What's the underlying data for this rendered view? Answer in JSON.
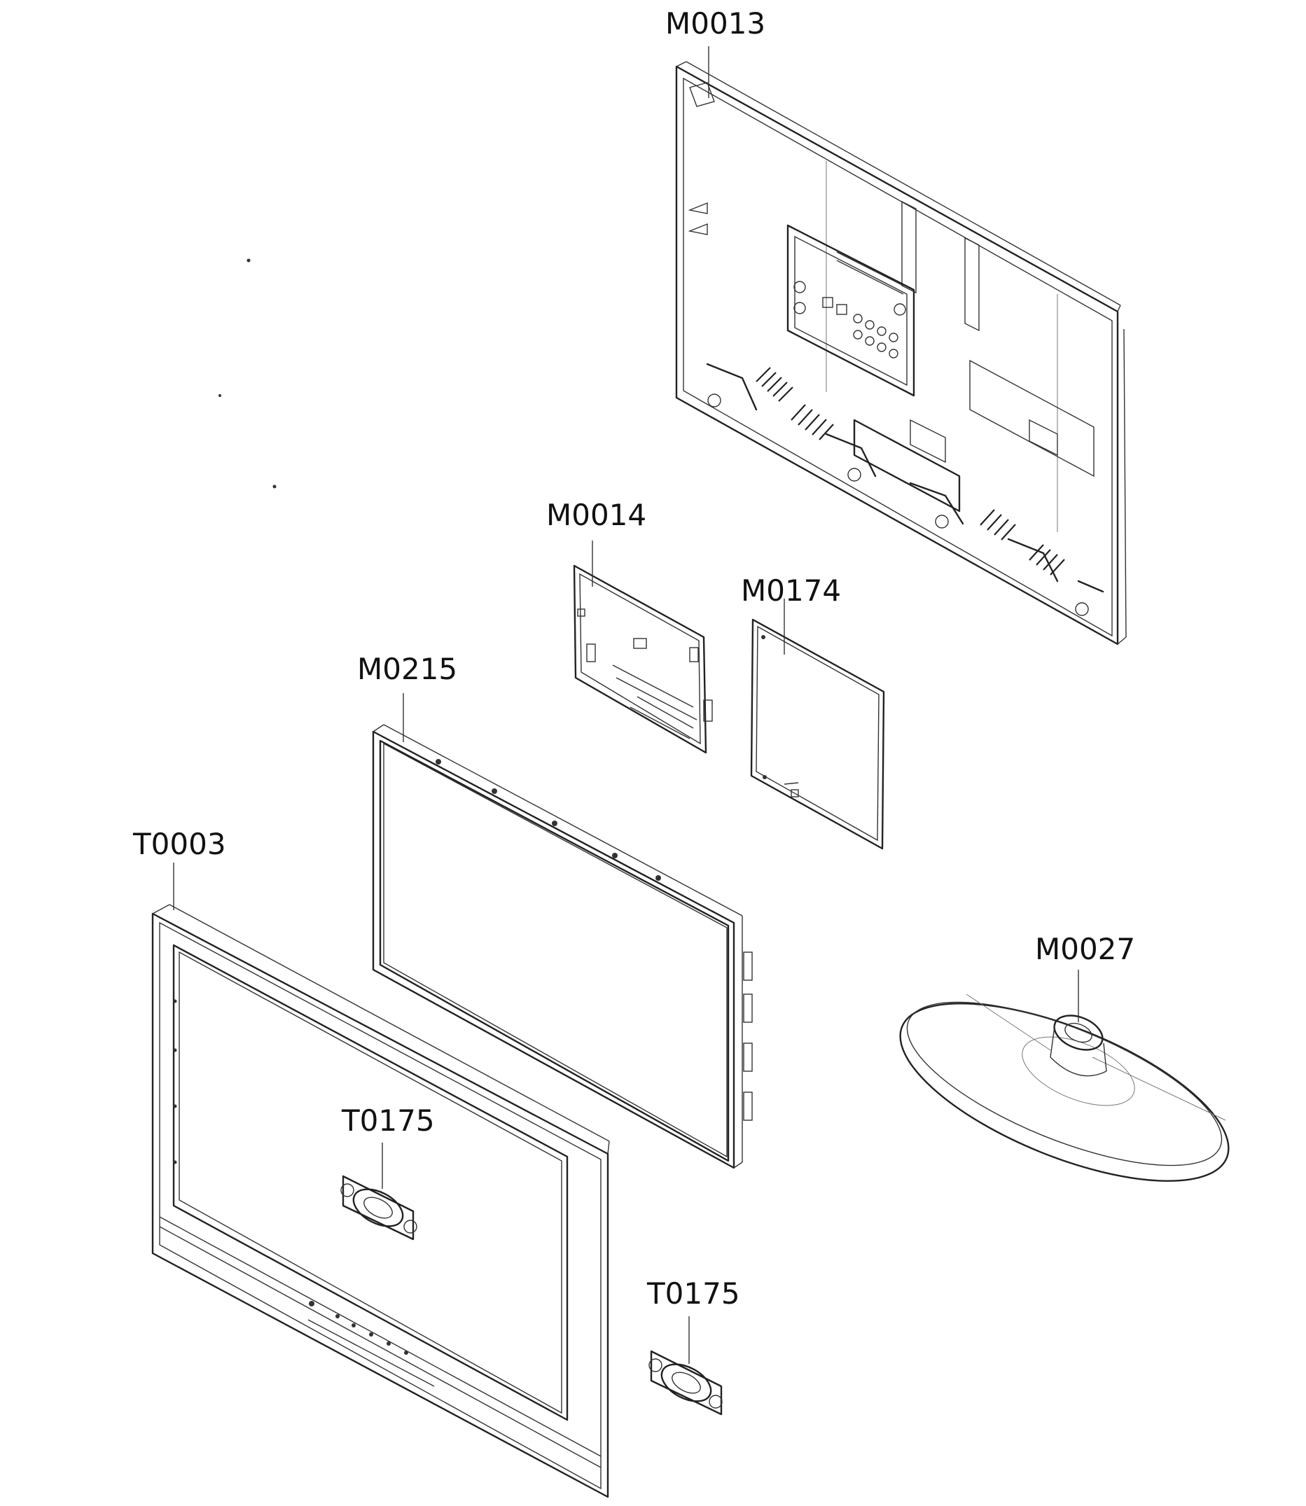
{
  "callouts": {
    "rear_cover": "M0013",
    "main_board": "M0014",
    "power_board": "M0174",
    "panel": "M0215",
    "front_bezel": "T0003",
    "speaker_left": "T0175",
    "speaker_right": "T0175",
    "stand": "M0027"
  }
}
